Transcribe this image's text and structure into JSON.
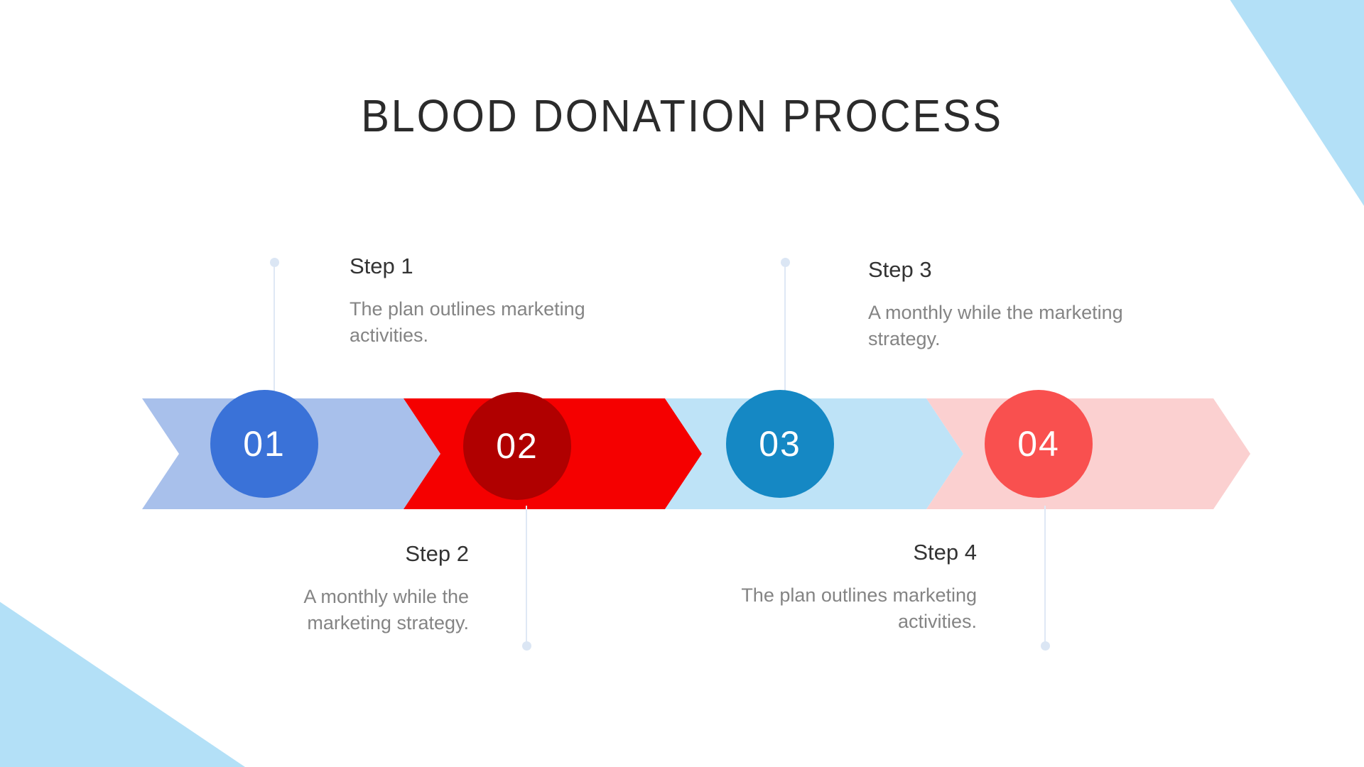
{
  "slide": {
    "title": "BLOOD DONATION PROCESS",
    "background_color": "#ffffff",
    "accent_decoration_color": "#b3e0f7",
    "heading_color": "#2b2b2b",
    "body_text_color": "#848484",
    "connector_color": "#dfe8f5"
  },
  "steps": [
    {
      "id": "01",
      "number": "01",
      "heading": "Step 1",
      "body": "The plan outlines marketing activities.",
      "position": "above",
      "circle_color": "#3a72d8",
      "chevron_color": "#a8c0eb"
    },
    {
      "id": "02",
      "number": "02",
      "heading": "Step 2",
      "body": "A monthly  while the marketing strategy.",
      "position": "below",
      "circle_color": "#b00000",
      "chevron_color": "#f50000"
    },
    {
      "id": "03",
      "number": "03",
      "heading": "Step 3",
      "body": "A monthly  while the marketing strategy.",
      "position": "above",
      "circle_color": "#1588c4",
      "chevron_color": "#bee3f7"
    },
    {
      "id": "04",
      "number": "04",
      "heading": "Step 4",
      "body": "The plan outlines marketing activities.",
      "position": "below",
      "circle_color": "#f9504f",
      "chevron_color": "#fbd0d0"
    }
  ]
}
